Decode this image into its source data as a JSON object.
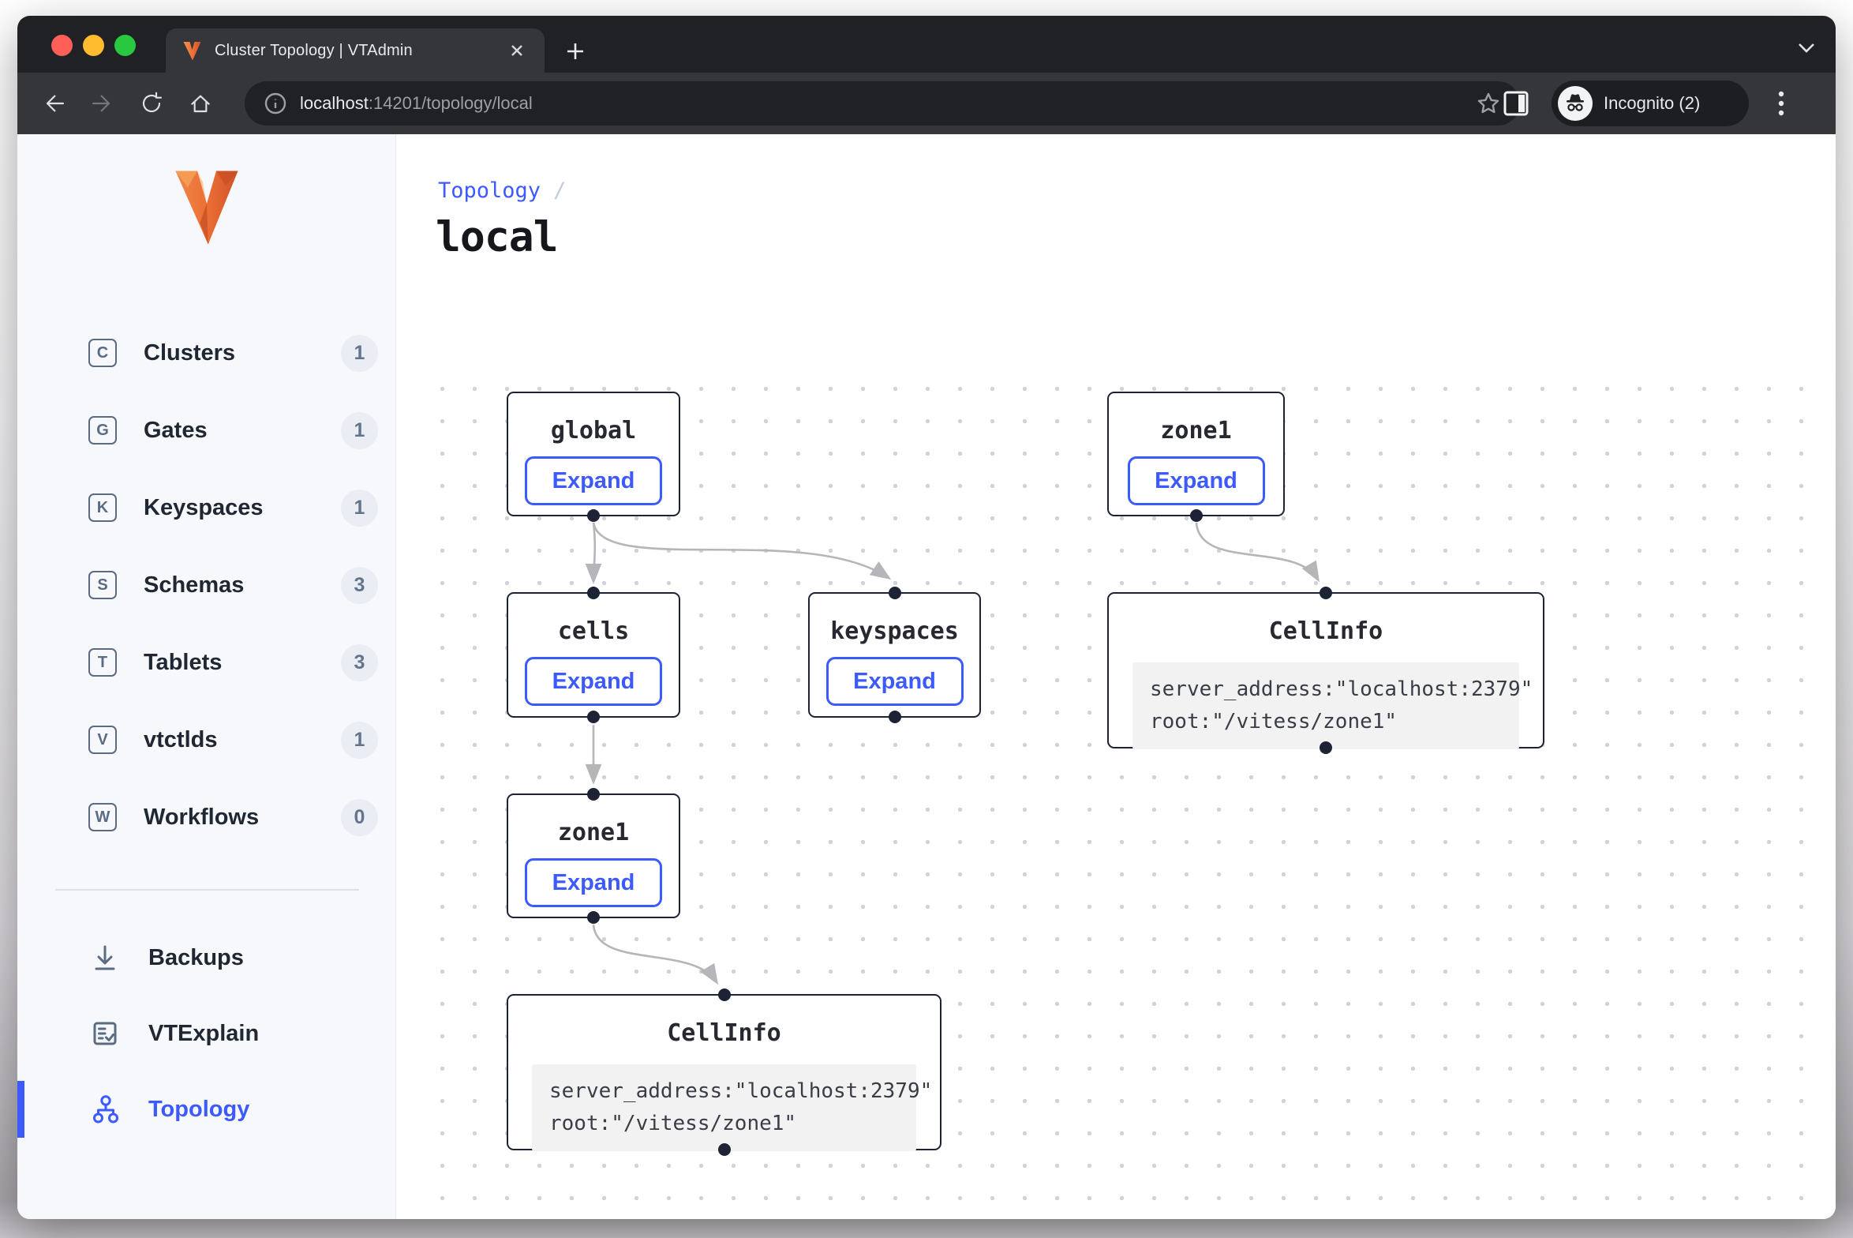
{
  "browser": {
    "tab_title": "Cluster Topology | VTAdmin",
    "url_host": "localhost",
    "url_rest": ":14201/topology/local",
    "incognito_label": "Incognito (2)"
  },
  "sidebar": {
    "items": [
      {
        "icon_letter": "C",
        "label": "Clusters",
        "count": "1"
      },
      {
        "icon_letter": "G",
        "label": "Gates",
        "count": "1"
      },
      {
        "icon_letter": "K",
        "label": "Keyspaces",
        "count": "1"
      },
      {
        "icon_letter": "S",
        "label": "Schemas",
        "count": "3"
      },
      {
        "icon_letter": "T",
        "label": "Tablets",
        "count": "3"
      },
      {
        "icon_letter": "V",
        "label": "vtctlds",
        "count": "1"
      },
      {
        "icon_letter": "W",
        "label": "Workflows",
        "count": "0"
      }
    ],
    "secondary": [
      {
        "icon": "download-icon",
        "label": "Backups"
      },
      {
        "icon": "vtexplain-icon",
        "label": "VTExplain"
      },
      {
        "icon": "topology-icon",
        "label": "Topology",
        "active": true
      }
    ]
  },
  "main": {
    "breadcrumb": "Topology",
    "breadcrumb_sep": "/",
    "title": "local"
  },
  "graph": {
    "nodes": [
      {
        "id": "global",
        "title": "global",
        "kind": "expand",
        "button": "Expand"
      },
      {
        "id": "zone1-top",
        "title": "zone1",
        "kind": "expand",
        "button": "Expand"
      },
      {
        "id": "cells",
        "title": "cells",
        "kind": "expand",
        "button": "Expand"
      },
      {
        "id": "keyspaces",
        "title": "keyspaces",
        "kind": "expand",
        "button": "Expand"
      },
      {
        "id": "cellinfo-right",
        "title": "CellInfo",
        "kind": "cellinfo",
        "code": [
          "server_address:\"localhost:2379\"",
          "root:\"/vitess/zone1\""
        ]
      },
      {
        "id": "zone1-bottom",
        "title": "zone1",
        "kind": "expand",
        "button": "Expand"
      },
      {
        "id": "cellinfo-bottom",
        "title": "CellInfo",
        "kind": "cellinfo",
        "code": [
          "server_address:\"localhost:2379\"",
          "root:\"/vitess/zone1\""
        ]
      }
    ],
    "edges": [
      {
        "from": "global",
        "to": "cells"
      },
      {
        "from": "global",
        "to": "keyspaces"
      },
      {
        "from": "zone1-top",
        "to": "cellinfo-right"
      },
      {
        "from": "cells",
        "to": "zone1-bottom"
      },
      {
        "from": "zone1-bottom",
        "to": "cellinfo-bottom"
      }
    ]
  },
  "colors": {
    "accent_blue": "#3d5afe",
    "node_border": "#1d2235",
    "edge_gray": "#b5b5ba",
    "sidebar_bg": "#f7f8fb",
    "frame_dark": "#202124",
    "toolbar_dark": "#35363a",
    "logo_orange": "#ed7036"
  }
}
